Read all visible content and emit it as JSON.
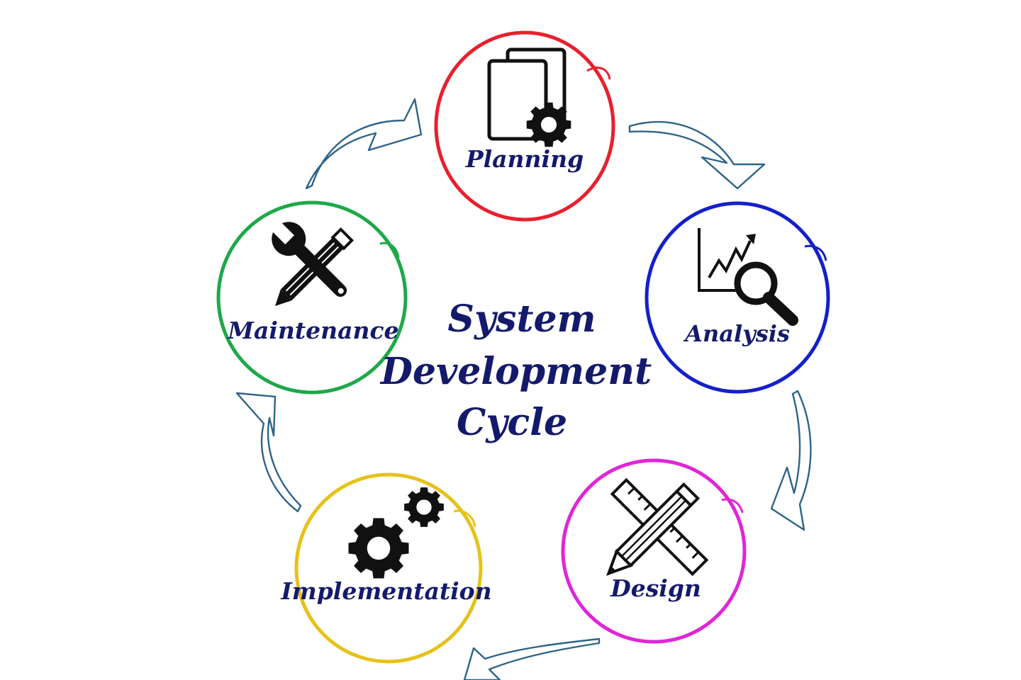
{
  "diagram": {
    "title_lines": [
      "System",
      "Development",
      "Cycle"
    ],
    "stages": [
      {
        "label": "Planning",
        "color": "#e8202e",
        "icon": "documents-gear-icon"
      },
      {
        "label": "Analysis",
        "color": "#1420c8",
        "icon": "chart-magnifier-icon"
      },
      {
        "label": "Design",
        "color": "#e026d8",
        "icon": "pencil-ruler-icon"
      },
      {
        "label": "Implementation",
        "color": "#e6c21a",
        "icon": "gears-icon"
      },
      {
        "label": "Maintenance",
        "color": "#1ea84a",
        "icon": "wrench-pencil-icon"
      }
    ],
    "arrow_color": "#2d6488"
  }
}
